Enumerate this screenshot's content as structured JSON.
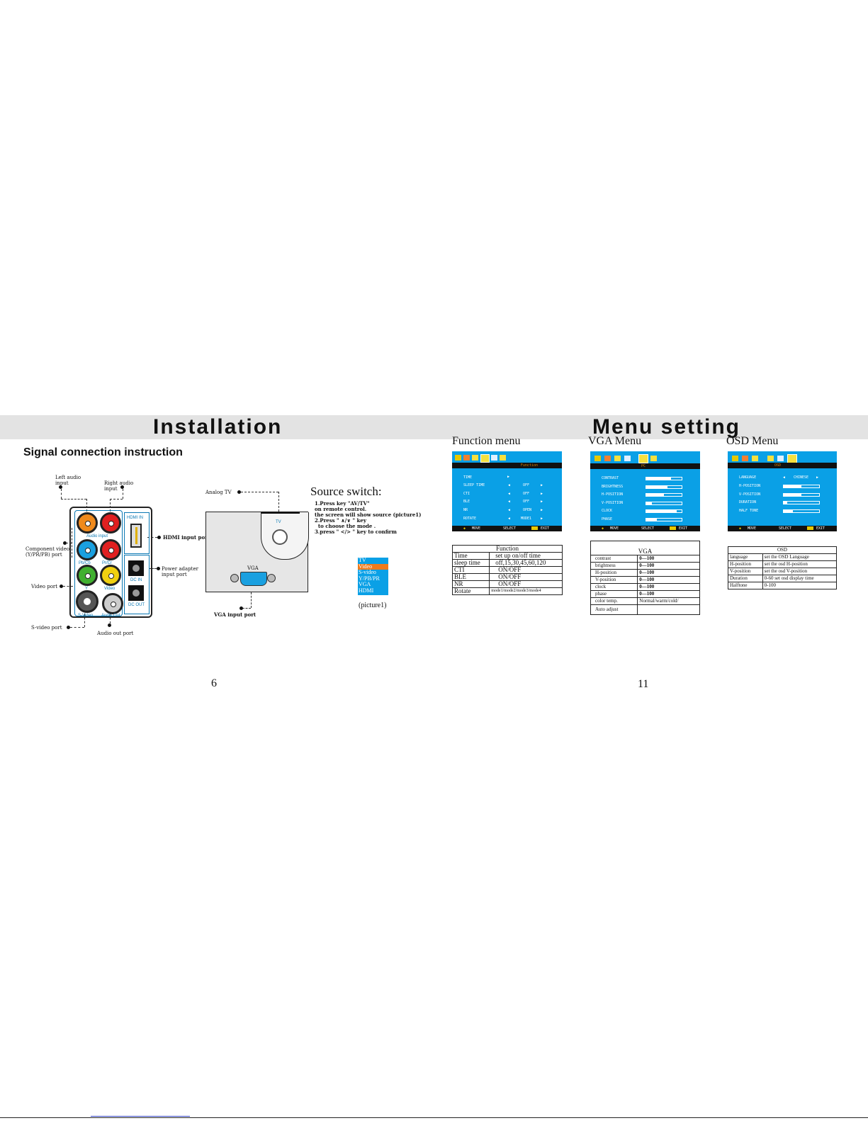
{
  "left_page": {
    "title": "Installation",
    "subtitle": "Signal connection instruction",
    "labels": {
      "left_audio": "Left audio\ninput",
      "right_audio": "Right audio\ninput",
      "component_video": "Component video\n(Y/PR/PB) port",
      "video_port": "Video port",
      "svideo_port": "S-video port",
      "audio_out_port": "Audio out port",
      "hdmi_input_port": "HDMI input port",
      "power_adapter": "Power adapter\ninput port",
      "analog_tv": "Analog TV",
      "vga_input_port": "VGA input port",
      "vga": "VGA",
      "tv": "TV"
    },
    "panel_labels": {
      "audio_input": "Audio input",
      "hdmi_in": "HDMI IN",
      "pb_cb": "Pb/Cb",
      "pr_cr": "Pr/Cr",
      "y": "Y",
      "video": "Video",
      "dc_in": "DC IN",
      "dc_out": "DC OUT",
      "s_video": "S-Video",
      "audio_out": "Audio Out"
    },
    "source_switch": {
      "heading": "Source switch:",
      "steps": [
        "1.Press key \"AV/TV\"",
        "on remote control.",
        "the screen will show source (picture1)",
        "2.Press \" ∧/∨ \" key",
        "  to choose the mode .",
        "3.press \" </> \" key to confirm"
      ],
      "sources": [
        "TV",
        "Video",
        "S-video",
        "Y/PB/PR",
        "VGA",
        "HDMI"
      ],
      "selected_source": "Video",
      "caption": "(picture1)"
    },
    "page_number": "6"
  },
  "right_page": {
    "title": "Menu setting",
    "page_number": "11",
    "function_menu": {
      "heading": "Function menu",
      "osd_header": "Function",
      "osd_rows": [
        {
          "label": "TIME",
          "value": ""
        },
        {
          "label": "SLEEP TIME",
          "value": "OFF"
        },
        {
          "label": "CTI",
          "value": "OFF"
        },
        {
          "label": "BLE",
          "value": "OFF"
        },
        {
          "label": "NR",
          "value": "OPEN"
        },
        {
          "label": "ROTATE",
          "value": "MODE1"
        }
      ],
      "footer": [
        "MOVE",
        "SELECT",
        "EXIT"
      ],
      "table_title": "Function",
      "table": [
        [
          "Time",
          "set up  on/off time"
        ],
        [
          "sleep time",
          "off,15,30,45,60,120"
        ],
        [
          "CTI",
          "ON/OFF"
        ],
        [
          "BLE",
          "ON/OFF"
        ],
        [
          "NR",
          "ON/OFF"
        ],
        [
          "Rotate",
          "mode1/mode2/mode3/mode4"
        ]
      ]
    },
    "vga_menu": {
      "heading": "VGA Menu",
      "osd_header": "PC",
      "osd_rows": [
        {
          "label": "CONTRAST",
          "level": 0.7
        },
        {
          "label": "BRIGHTNESS",
          "level": 0.6
        },
        {
          "label": "H-POSITION",
          "level": 0.5
        },
        {
          "label": "V-POSITION",
          "level": 0.15
        },
        {
          "label": "CLOCK",
          "level": 0.85
        },
        {
          "label": "PHASE",
          "level": 0.3
        }
      ],
      "footer": [
        "MOVE",
        "SELECT",
        "EXIT"
      ],
      "table_title": "VGA",
      "table": [
        [
          "contrast",
          "0—100"
        ],
        [
          "brightness",
          "0—100"
        ],
        [
          "H-position",
          "0—100"
        ],
        [
          "V-position",
          "0—100"
        ],
        [
          "clock",
          "0—100"
        ],
        [
          "phase",
          "0—100"
        ],
        [
          "color temp.",
          "Normal/warm/cold/"
        ],
        [
          "Auto adjust",
          ""
        ]
      ]
    },
    "osd_menu": {
      "heading": "OSD Menu",
      "osd_header": "OSD",
      "osd_rows": [
        {
          "label": "LANGUAGE",
          "value": "CHINESE"
        },
        {
          "label": "H-POSITION",
          "level": 0.5
        },
        {
          "label": "V-POSITION",
          "level": 0.5
        },
        {
          "label": "DURATION",
          "level": 0.1
        },
        {
          "label": "HALF TONE",
          "level": 0.25
        }
      ],
      "footer": [
        "MOVE",
        "SELECT",
        "EXIT"
      ],
      "table_title": "OSD",
      "table": [
        [
          "language",
          "set the OSD Language"
        ],
        [
          "H-position",
          "set the osd H-position"
        ],
        [
          "V-position",
          "set the osd V-position"
        ],
        [
          "Duration",
          "0-60 set osd display time"
        ],
        [
          "Halftone",
          "0-100"
        ]
      ]
    }
  },
  "colors": {
    "osd_blue": "#0aa0e6",
    "banner_gray": "#e3e3e3",
    "highlight": "#f07a1a",
    "panel_cyan": "#0a78b4"
  }
}
